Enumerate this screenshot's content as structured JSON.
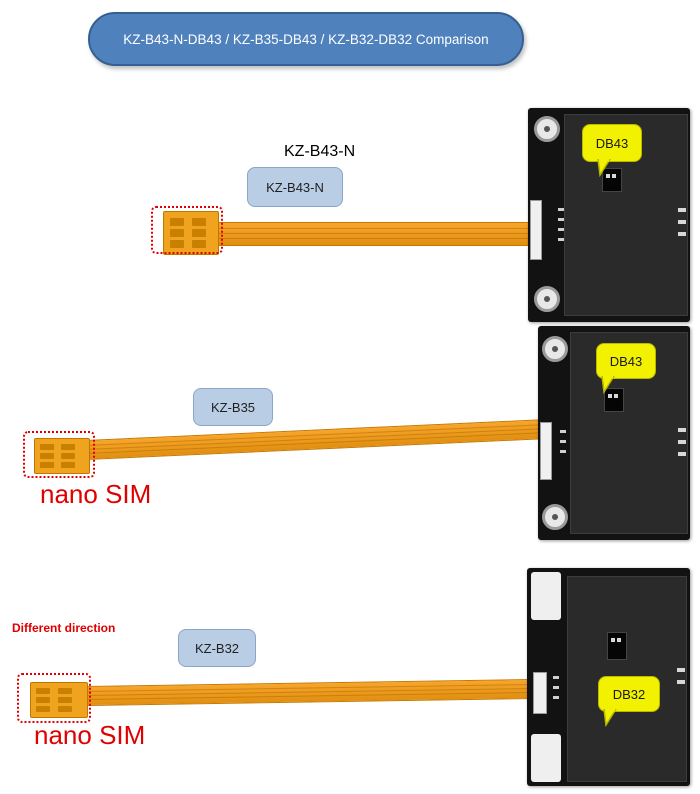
{
  "title": "KZ-B43-N-DB43 / KZ-B35-DB43 / KZ-B32-DB32 Comparison",
  "sections": [
    {
      "heading": "KZ-B43-N",
      "cable_callout": "KZ-B43-N",
      "board_callout": "DB43",
      "sim_label": ""
    },
    {
      "cable_callout": "KZ-B35",
      "board_callout": "DB43",
      "sim_label": "nano SIM"
    },
    {
      "note": "Different direction",
      "cable_callout": "KZ-B32",
      "board_callout": "DB32",
      "sim_label": "nano SIM"
    }
  ],
  "colors": {
    "title_bg": "#4f81bd",
    "callout_bg": "#b9cde5",
    "board_callout_bg": "#f2f200",
    "accent_red": "#e00000",
    "cable": "#f0a020"
  },
  "icons": [
    "sim-contact-pad",
    "fpc-cable",
    "adapter-board"
  ]
}
